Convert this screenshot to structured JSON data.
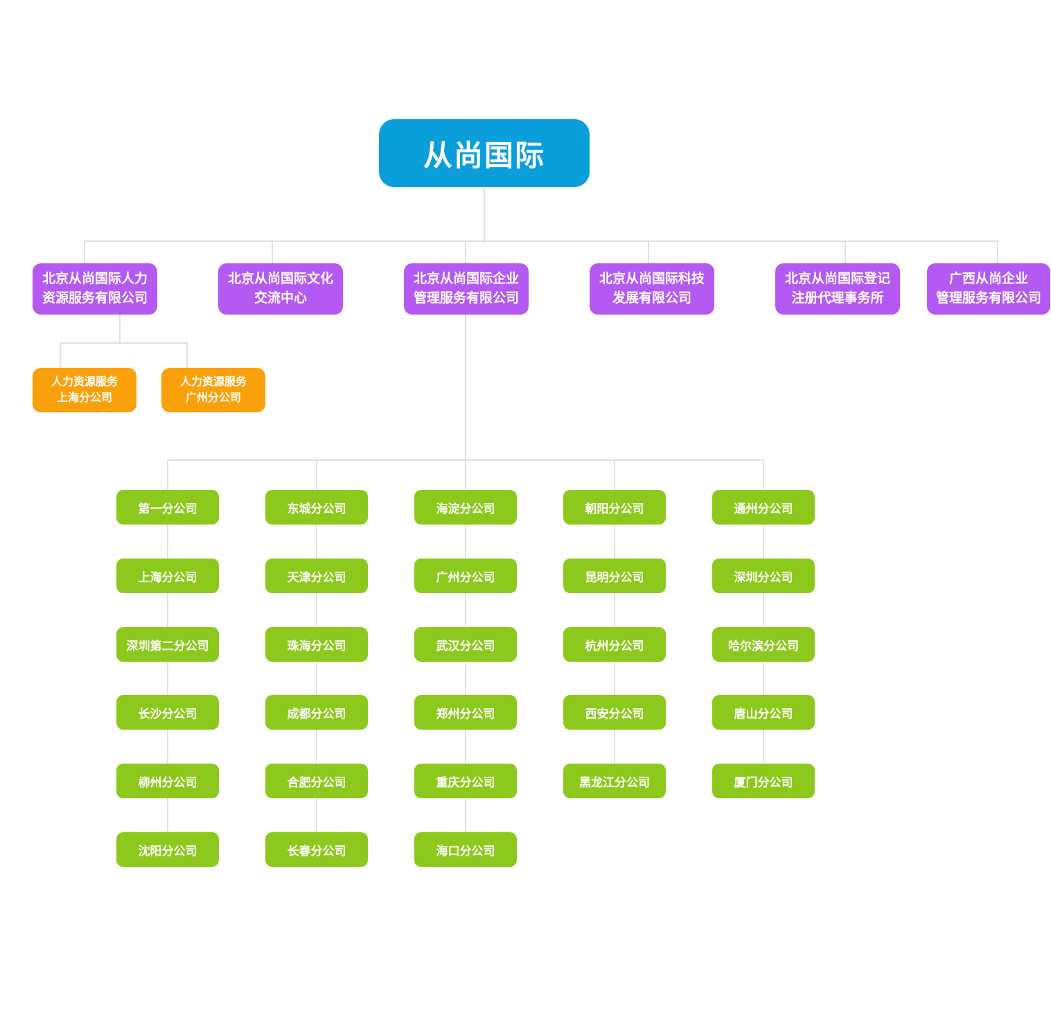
{
  "root": {
    "label": "从尚国际"
  },
  "level2": [
    {
      "label": "北京从尚国际人力\n资源服务有限公司"
    },
    {
      "label": "北京从尚国际文化\n交流中心"
    },
    {
      "label": "北京从尚国际企业\n管理服务有限公司"
    },
    {
      "label": "北京从尚国际科技\n发展有限公司"
    },
    {
      "label": "北京从尚国际登记\n注册代理事务所"
    },
    {
      "label": "广西从尚企业\n管理服务有限公司"
    }
  ],
  "hr_branches": [
    {
      "label": "人力资源服务\n上海分公司"
    },
    {
      "label": "人力资源服务\n广州分公司"
    }
  ],
  "branch_columns": [
    {
      "rows": [
        "第一分公司",
        "上海分公司",
        "深圳第二分公司",
        "长沙分公司",
        "柳州分公司",
        "沈阳分公司"
      ]
    },
    {
      "rows": [
        "东城分公司",
        "天津分公司",
        "珠海分公司",
        "成都分公司",
        "合肥分公司",
        "长春分公司"
      ]
    },
    {
      "rows": [
        "海淀分公司",
        "广州分公司",
        "武汉分公司",
        "郑州分公司",
        "重庆分公司",
        "海口分公司"
      ]
    },
    {
      "rows": [
        "朝阳分公司",
        "昆明分公司",
        "杭州分公司",
        "西安分公司",
        "黑龙江分公司"
      ]
    },
    {
      "rows": [
        "通州分公司",
        "深圳分公司",
        "哈尔滨分公司",
        "唐山分公司",
        "厦门分公司"
      ]
    }
  ],
  "colors": {
    "root_blue": "#0a9edb",
    "level2_purple": "#b45af2",
    "hr_orange": "#faa00b",
    "branch_green": "#8cc91c",
    "connector_gray": "#c2c2c2",
    "text_white": "#ffffff"
  }
}
